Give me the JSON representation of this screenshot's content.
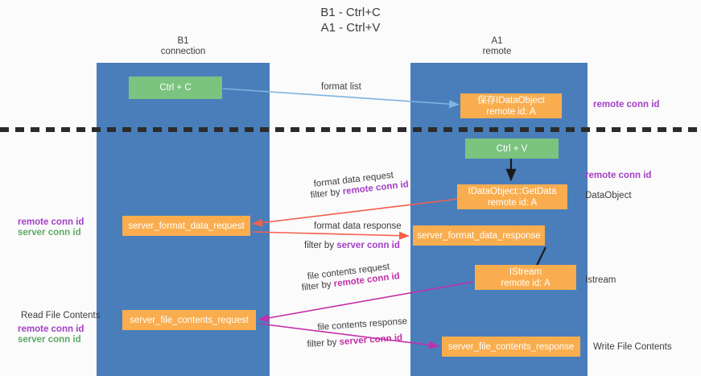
{
  "title": {
    "line1": "B1 - Ctrl+C",
    "line2": "A1 - Ctrl+V"
  },
  "columns": [
    {
      "name": "B1",
      "sub": "connection"
    },
    {
      "name": "A1",
      "sub": "remote"
    }
  ],
  "nodes": {
    "ctrl_c": {
      "label": "Ctrl + C",
      "sub": "",
      "color": "#7ac47f"
    },
    "save_idataobject": {
      "label": "保存IDataObject",
      "sub": "remote id: A",
      "color": "#f9ad4e"
    },
    "ctrl_v": {
      "label": "Ctrl + V",
      "sub": "",
      "color": "#7ac47f"
    },
    "idataobject_getdata": {
      "label": "IDataObject::GetData",
      "sub": "remote id: A",
      "color": "#f9ad4e"
    },
    "server_format_data_request": {
      "label": "server_format_data_request",
      "sub": "",
      "color": "#f9ad4e"
    },
    "server_format_data_response": {
      "label": "server_format_data_response",
      "sub": "",
      "color": "#f9ad4e"
    },
    "istream": {
      "label": "IStream",
      "sub": "remote id: A",
      "color": "#f9ad4e"
    },
    "server_file_contents_request": {
      "label": "server_file_contents_request",
      "sub": "",
      "color": "#f9ad4e"
    },
    "server_file_contents_response": {
      "label": "server_file_contents_response",
      "sub": "",
      "color": "#f9ad4e"
    }
  },
  "edge_labels": {
    "format_list": "format list",
    "format_data_request": "format data request",
    "format_data_request_filter_prefix": "filter by ",
    "format_data_request_filter_key": "remote conn id",
    "format_data_response": "format data response",
    "format_data_response_filter_prefix": "filter by ",
    "format_data_response_filter_key": "server conn id",
    "file_contents_request": "file contents request",
    "file_contents_request_filter_prefix": "filter by ",
    "file_contents_request_filter_key": "remote conn id",
    "file_contents_response": "file contents response",
    "file_contents_response_filter_prefix": "filter by ",
    "file_contents_response_filter_key": "server conn id"
  },
  "annotations": {
    "right_remote_conn_id_top": "remote conn id",
    "right_remote_conn_id_mid": "remote conn id",
    "right_dataobject": "DataObject",
    "right_istream": "Istream",
    "right_write_file_contents": "Write File Contents",
    "left_remote_conn_id_mid": "remote conn id",
    "left_server_conn_id_mid": "server conn id",
    "left_read_file_contents": "Read File Contents",
    "left_remote_conn_id_bottom": "remote conn id",
    "left_server_conn_id_bottom": "server conn id"
  },
  "colors": {
    "lane": "#4a7ebb",
    "green_node": "#7ac47f",
    "orange_node": "#f9ad4e",
    "purple_text": "#a23fc6",
    "green_text": "#5fa866",
    "arrow_light_blue": "#7fb3e0",
    "arrow_red": "#f4604c",
    "arrow_black": "#1a1a1a",
    "arrow_magenta": "#c42fa8",
    "divider": "#2b2b2b"
  }
}
